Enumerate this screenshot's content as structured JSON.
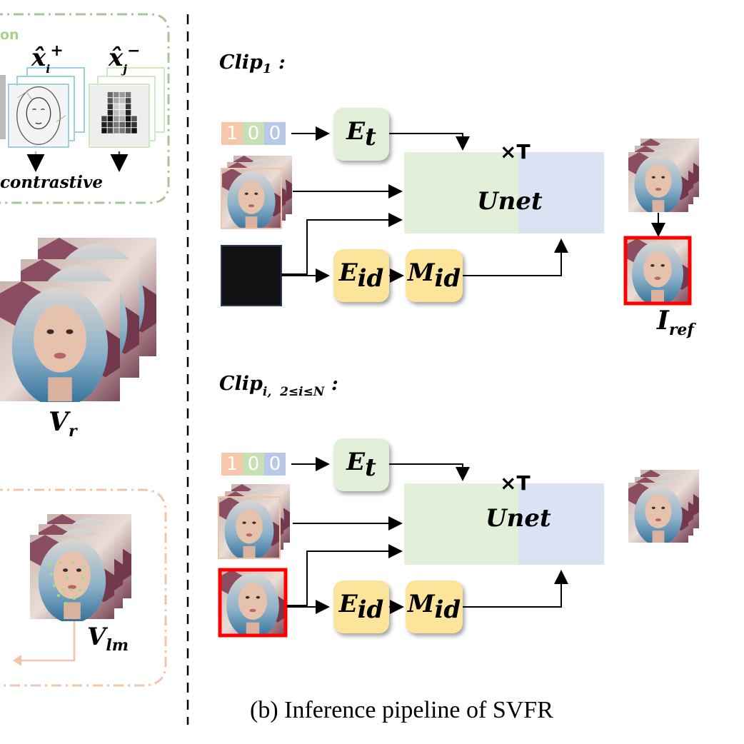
{
  "left_panel": {
    "partial_label": "on",
    "x_pos_label": "x̂",
    "x_pos_sub": "i",
    "x_pos_sup": "+",
    "x_neg_label": "x̂",
    "x_neg_sub": "j",
    "x_neg_sup": "−",
    "contrastive_label": "contrastive",
    "vr_label": "V",
    "vr_sub": "r",
    "vlm_label": "V",
    "vlm_sub": "lm"
  },
  "clip1": {
    "title": "Clip",
    "title_sub": "1",
    "title_suffix": " :",
    "onehot": [
      "1",
      "0",
      "0"
    ],
    "et_label": "E",
    "et_sub": "t",
    "eid_label": "E",
    "eid_sub": "id",
    "mid_label": "M",
    "mid_sub": "id",
    "unet_label": "Unet",
    "times_t": "×T",
    "iref_label": "I",
    "iref_sub": "ref"
  },
  "clip2": {
    "title": "Clip",
    "title_sub": "i,  2≤i≤N",
    "title_suffix": " :",
    "onehot": [
      "1",
      "0",
      "0"
    ],
    "et_label": "E",
    "et_sub": "t",
    "eid_label": "E",
    "eid_sub": "id",
    "mid_label": "M",
    "mid_sub": "id",
    "unet_label": "Unet",
    "times_t": "×T"
  },
  "caption": "(b) Inference pipeline of SVFR",
  "colors": {
    "onehot_1": "#f5c8ac",
    "onehot_2": "#c7dfb5",
    "onehot_3": "#b7c9e6",
    "unet_green": "#e2efd9",
    "unet_blue": "#dae3f3",
    "encoder_t": "#e2efd9",
    "encoder_id": "#fde49b",
    "ref_border": "#ff0000",
    "dashed_green": "#a8c49a",
    "dashed_orange": "#f0c5a8"
  }
}
